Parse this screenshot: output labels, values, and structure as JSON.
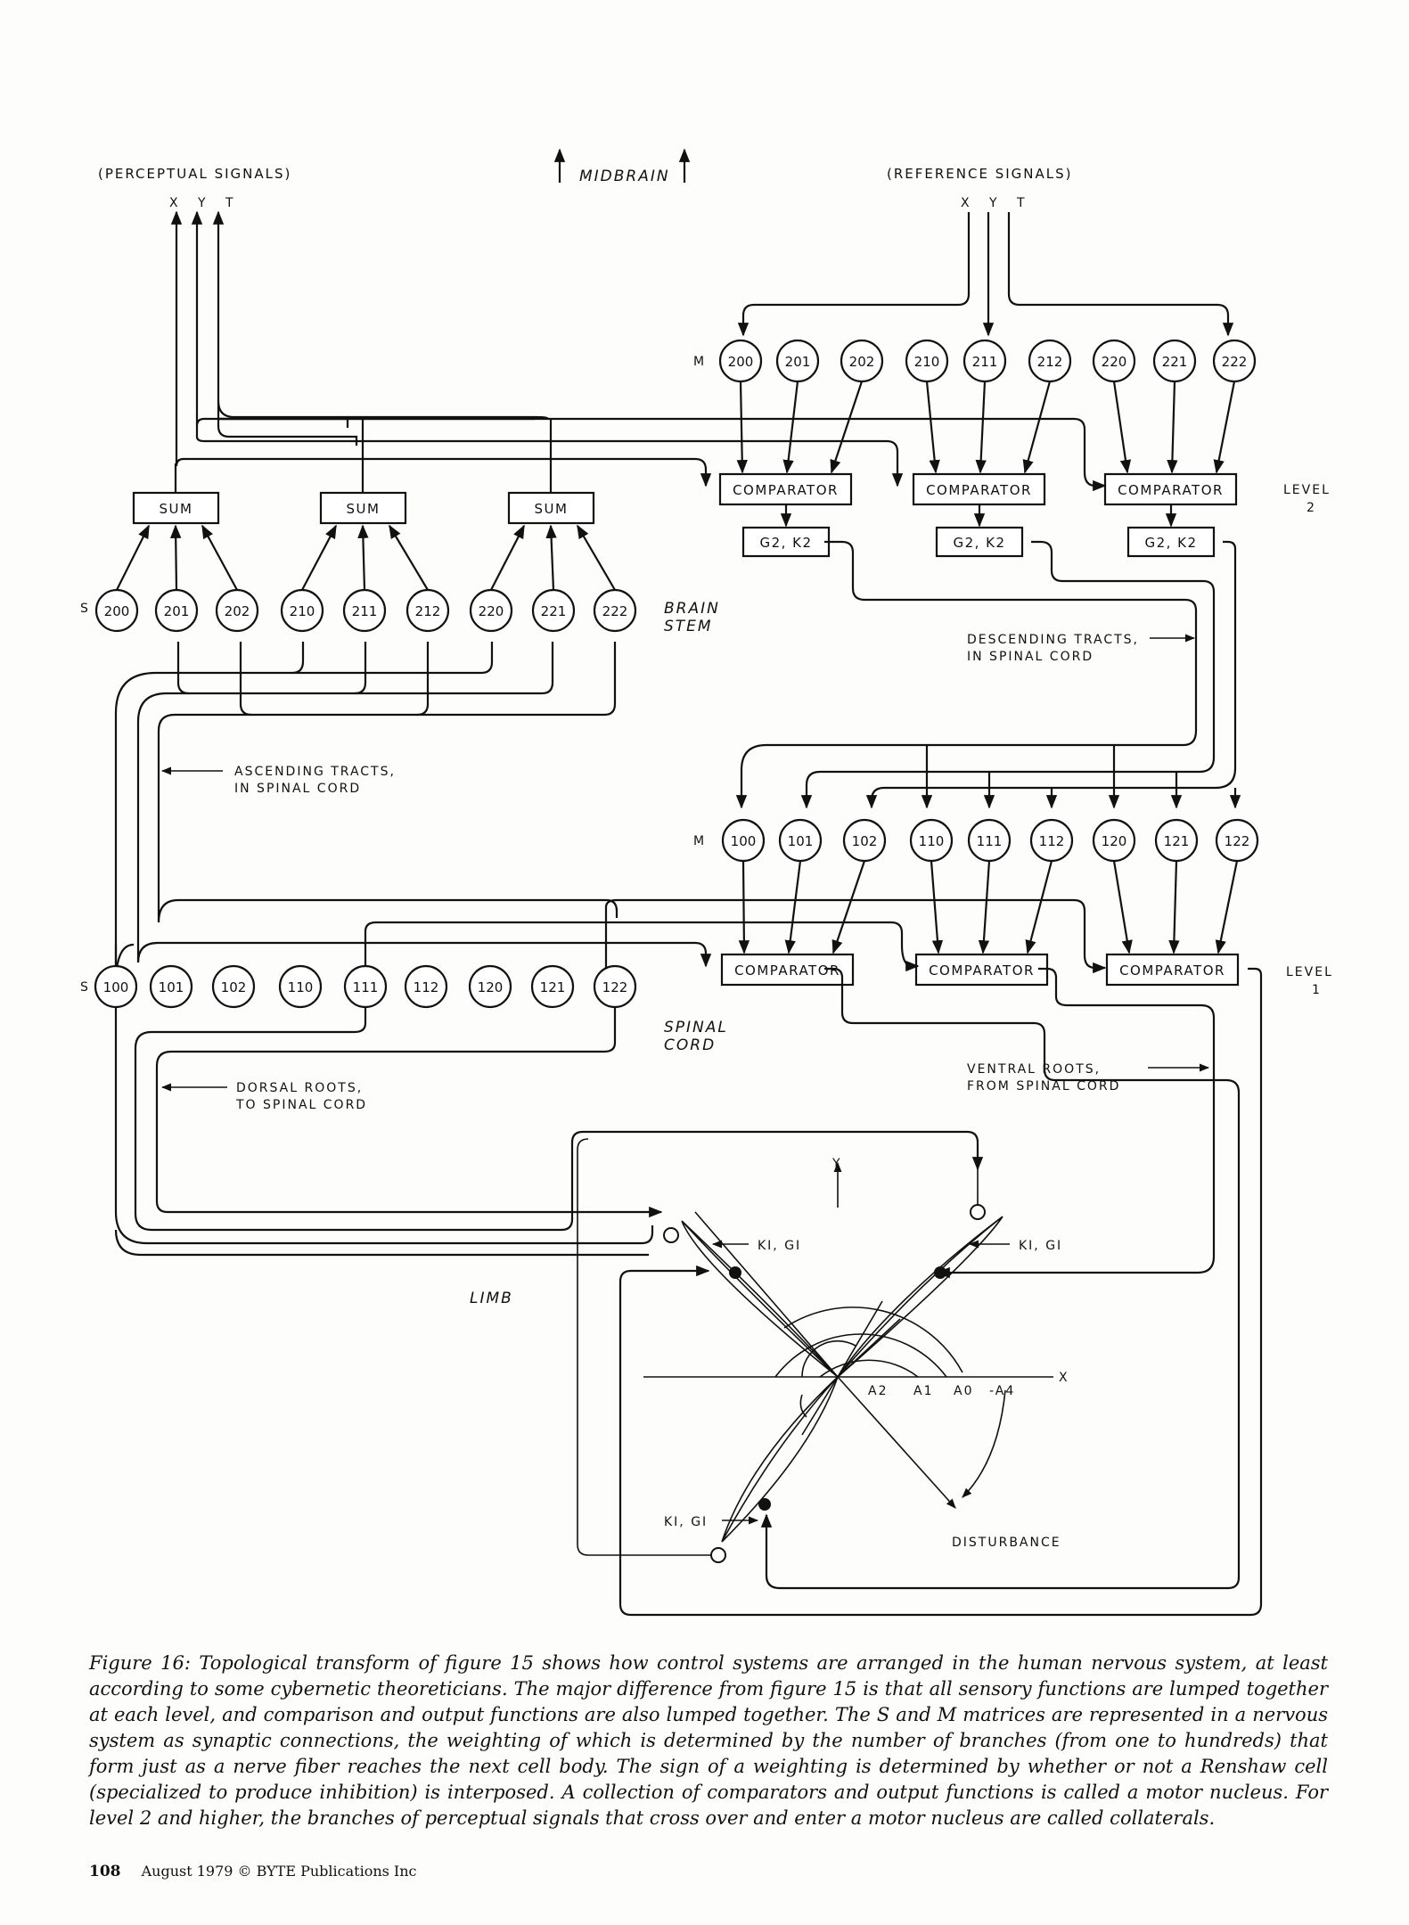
{
  "top": {
    "perceptual": "(PERCEPTUAL SIGNALS)",
    "midbrain": "MIDBRAIN",
    "reference": "(REFERENCE SIGNALS)",
    "xyt_left": "X Y T",
    "xyt_right": "X Y T"
  },
  "level2": {
    "m_label": "M",
    "m_nodes": [
      "200",
      "201",
      "202",
      "210",
      "211",
      "212",
      "220",
      "221",
      "222"
    ],
    "comparator": "COMPARATOR",
    "gain": "G2, K2",
    "level_line1": "LEVEL",
    "level_line2": "2",
    "sum": "SUM",
    "s_label": "S",
    "s_nodes": [
      "200",
      "201",
      "202",
      "210",
      "211",
      "212",
      "220",
      "221",
      "222"
    ],
    "brain_stem_1": "BRAIN",
    "brain_stem_2": "STEM",
    "descending_1": "DESCENDING TRACTS,",
    "descending_2": "IN SPINAL CORD",
    "ascending_1": "ASCENDING TRACTS,",
    "ascending_2": "IN SPINAL CORD"
  },
  "level1": {
    "m_label": "M",
    "m_nodes": [
      "100",
      "101",
      "102",
      "110",
      "111",
      "112",
      "120",
      "121",
      "122"
    ],
    "comparator": "COMPARATOR",
    "level_line1": "LEVEL",
    "level_line2": "1",
    "s_label": "S",
    "s_nodes": [
      "100",
      "101",
      "102",
      "110",
      "111",
      "112",
      "120",
      "121",
      "122"
    ],
    "spinal_1": "SPINAL",
    "spinal_2": "CORD",
    "dorsal_1": "DORSAL ROOTS,",
    "dorsal_2": "TO SPINAL CORD",
    "ventral_1": "VENTRAL ROOTS,",
    "ventral_2": "FROM SPINAL CORD"
  },
  "limb": {
    "limb_label": "LIMB",
    "y_axis": "Y",
    "x_axis": "X",
    "angles": [
      "A2",
      "A1",
      "A0",
      "-A4"
    ],
    "gain_left": "KI, GI",
    "gain_right": "KI, GI",
    "gain_bottom": "KI, GI",
    "disturbance": "DISTURBANCE"
  },
  "caption": "Figure 16: Topological transform of figure 15 shows how control systems are arranged in the human nervous system, at least according to some cybernetic theoreticians. The major difference from figure 15 is that all sensory functions are lumped together at each level, and comparison and output functions are also lumped together. The S and M matrices are represented in a nervous system as synaptic connections, the weighting of which is determined by the number of branches (from one to hundreds) that form just as a nerve fiber reaches the next cell body. The sign of a weighting is determined by whether or not a Renshaw cell (specialized to produce inhibition) is interposed. A collection of comparators and output functions is called a motor nucleus. For level 2 and higher, the branches of perceptual signals that cross over and enter a motor nucleus are called collaterals.",
  "footer": {
    "page_number": "108",
    "credit": "August 1979 © BYTE Publications Inc"
  }
}
